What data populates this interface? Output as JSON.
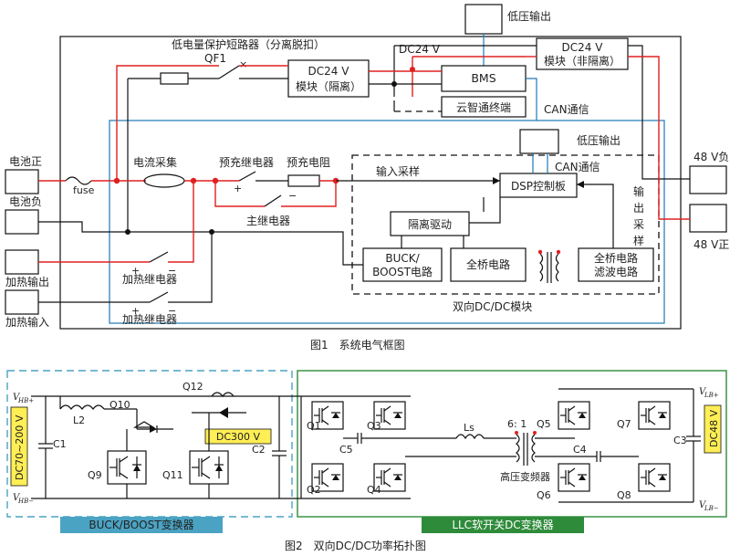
{
  "fig1": {
    "caption": "图1　系统电气框图",
    "lv_out_top": "低压输出",
    "protect_breaker": "低电量保护短路器（分离脱扣）",
    "qf1": "QF1",
    "dc24_top_label": "DC24 V",
    "dc24_iso": [
      "DC24 V",
      "模块（隔离）"
    ],
    "dc24_noniso": [
      "DC24 V",
      "模块（非隔离）"
    ],
    "bms": "BMS",
    "cloud": "云智通终端",
    "can1": "CAN通信",
    "can2": "CAN通信",
    "lv_out_mid": "低压输出",
    "bat_pos": "电池正",
    "bat_neg": "电池负",
    "heat_out": "加热输出",
    "heat_in": "加热输入",
    "fuse": "fuse",
    "current_sample": "电流采集",
    "precharge_relay": "预充继电器",
    "precharge_res": "预充电阻",
    "main_relay": "主继电器",
    "heat_relay1": "加热继电器",
    "heat_relay2": "加热继电器",
    "input_sample": "输入采样",
    "dsp": "DSP控制板",
    "output_sample": "输出采样",
    "iso_drive": "隔离驱动",
    "buck_boost": [
      "BUCK/",
      "BOOST电路"
    ],
    "full_bridge": "全桥电路",
    "fb_filter": [
      "全桥电路",
      "滤波电路"
    ],
    "dcdc_module": "双向DC/DC模块",
    "v48_neg": "48 V负",
    "v48_pos": "48 V正",
    "plus": "+",
    "minus": "−"
  },
  "fig2": {
    "caption": "图2　双向DC/DC功率拓扑图",
    "vhb_plus": "V",
    "vhb_plus_sub": "HB+",
    "vhb_minus": "V",
    "vhb_minus_sub": "HB−",
    "vlb_plus": "V",
    "vlb_plus_sub": "LB+",
    "vlb_minus": "V",
    "vlb_minus_sub": "LB−",
    "dc70": "DC70~200 V",
    "dc300": "DC300 V",
    "dc48": "DC48 V",
    "l2": "L2",
    "q10": "Q10",
    "q12": "Q12",
    "q9": "Q9",
    "q11": "Q11",
    "c1": "C1",
    "c2": "C2",
    "q1": "Q1",
    "q2": "Q2",
    "q3": "Q3",
    "q4": "Q4",
    "c5": "C5",
    "ls": "Ls",
    "ratio": "6: 1",
    "hv_transformer": "高压变频器",
    "q5": "Q5",
    "q6": "Q6",
    "q7": "Q7",
    "q8": "Q8",
    "c4": "C4",
    "c3": "C3",
    "buck_label": "BUCK/BOOST变换器",
    "llc_label": "LLC软开关DC变换器"
  },
  "colors": {
    "red_wire": "#e02020",
    "blue_wire": "#1f77b4",
    "buck_bg": "#4ba3c3",
    "llc_bg": "#2e8b3a",
    "tag_yellow": "#ffee55"
  }
}
